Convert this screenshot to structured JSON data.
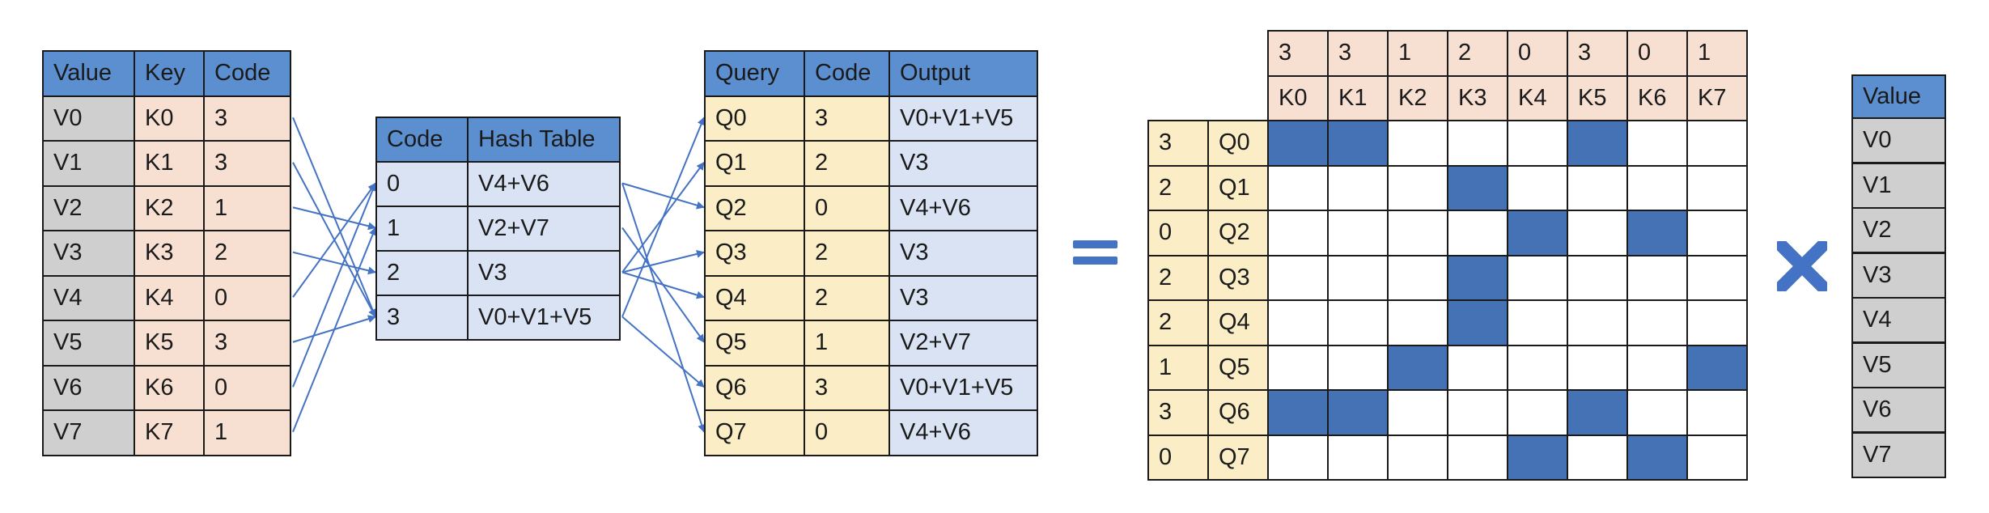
{
  "kv_table": {
    "headers": [
      "Value",
      "Key",
      "Code"
    ],
    "values": [
      "V0",
      "V1",
      "V2",
      "V3",
      "V4",
      "V5",
      "V6",
      "V7"
    ],
    "keys": [
      "K0",
      "K1",
      "K2",
      "K3",
      "K4",
      "K5",
      "K6",
      "K7"
    ],
    "codes": [
      "3",
      "3",
      "1",
      "2",
      "0",
      "3",
      "0",
      "1"
    ]
  },
  "hash_table": {
    "headers": [
      "Code",
      "Hash Table"
    ],
    "codes": [
      "0",
      "1",
      "2",
      "3"
    ],
    "entries": [
      "V4+V6",
      "V2+V7",
      "V3",
      "V0+V1+V5"
    ]
  },
  "query_table": {
    "headers": [
      "Query",
      "Code",
      "Output"
    ],
    "queries": [
      "Q0",
      "Q1",
      "Q2",
      "Q3",
      "Q4",
      "Q5",
      "Q6",
      "Q7"
    ],
    "codes": [
      "3",
      "2",
      "0",
      "2",
      "2",
      "1",
      "3",
      "0"
    ],
    "outputs": [
      "V0+V1+V5",
      "V3",
      "V4+V6",
      "V3",
      "V3",
      "V2+V7",
      "V0+V1+V5",
      "V4+V6"
    ]
  },
  "matrix": {
    "col_codes": [
      "3",
      "3",
      "1",
      "2",
      "0",
      "3",
      "0",
      "1"
    ],
    "col_keys": [
      "K0",
      "K1",
      "K2",
      "K3",
      "K4",
      "K5",
      "K6",
      "K7"
    ],
    "row_codes": [
      "3",
      "2",
      "0",
      "2",
      "2",
      "1",
      "3",
      "0"
    ],
    "row_queries": [
      "Q0",
      "Q1",
      "Q2",
      "Q3",
      "Q4",
      "Q5",
      "Q6",
      "Q7"
    ],
    "mask": [
      [
        1,
        1,
        0,
        0,
        0,
        1,
        0,
        0
      ],
      [
        0,
        0,
        0,
        1,
        0,
        0,
        0,
        0
      ],
      [
        0,
        0,
        0,
        0,
        1,
        0,
        1,
        0
      ],
      [
        0,
        0,
        0,
        1,
        0,
        0,
        0,
        0
      ],
      [
        0,
        0,
        0,
        1,
        0,
        0,
        0,
        0
      ],
      [
        0,
        0,
        1,
        0,
        0,
        0,
        0,
        1
      ],
      [
        1,
        1,
        0,
        0,
        0,
        1,
        0,
        0
      ],
      [
        0,
        0,
        0,
        0,
        1,
        0,
        1,
        0
      ]
    ]
  },
  "value_vector": {
    "header": "Value",
    "values": [
      "V0",
      "V1",
      "V2",
      "V3",
      "V4",
      "V5",
      "V6",
      "V7"
    ]
  },
  "operators": {
    "equals": "equals-icon",
    "multiply": "multiply-icon"
  },
  "colors": {
    "header": "#5b8fcf",
    "value": "#cfcfcf",
    "key": "#f7e0d2",
    "query": "#fbeec7",
    "output": "#dae3f3",
    "filled": "#4472b4",
    "arrow": "#4472c4"
  }
}
